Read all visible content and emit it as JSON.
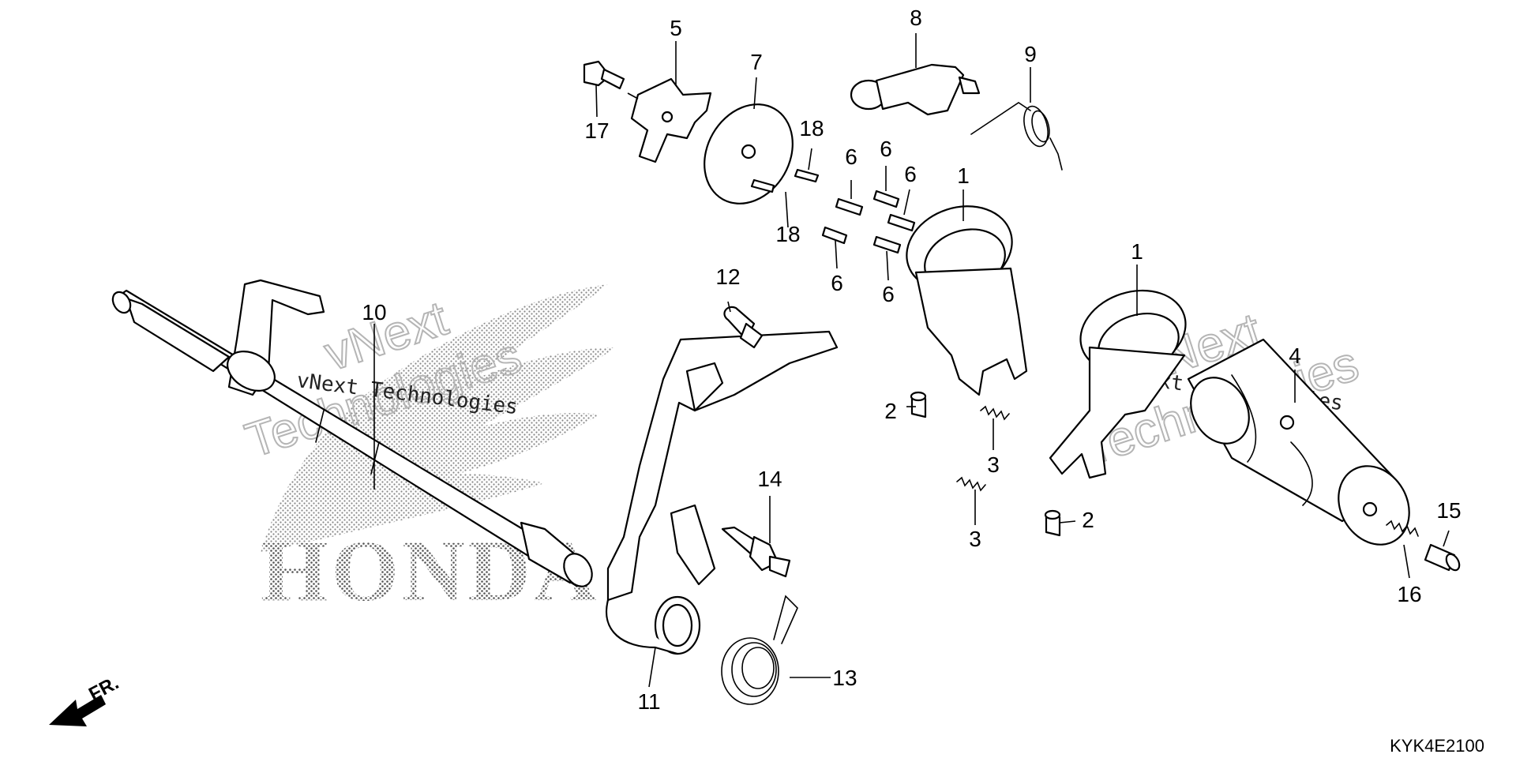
{
  "diagram_code": "KYK4E2100",
  "front_indicator": "FR.",
  "watermark": {
    "brand": "HONDA",
    "text_left": "vNext Technologies",
    "text_right": "vNext Technologies",
    "outline_line1": "vNext",
    "outline_line2": "Technologies"
  },
  "callouts": [
    {
      "id": "c1a",
      "label": "1"
    },
    {
      "id": "c1b",
      "label": "1"
    },
    {
      "id": "c2a",
      "label": "2"
    },
    {
      "id": "c2b",
      "label": "2"
    },
    {
      "id": "c3a",
      "label": "3"
    },
    {
      "id": "c3b",
      "label": "3"
    },
    {
      "id": "c4",
      "label": "4"
    },
    {
      "id": "c5",
      "label": "5"
    },
    {
      "id": "c6a",
      "label": "6"
    },
    {
      "id": "c6b",
      "label": "6"
    },
    {
      "id": "c6c",
      "label": "6"
    },
    {
      "id": "c6d",
      "label": "6"
    },
    {
      "id": "c6e",
      "label": "6"
    },
    {
      "id": "c7",
      "label": "7"
    },
    {
      "id": "c8",
      "label": "8"
    },
    {
      "id": "c9",
      "label": "9"
    },
    {
      "id": "c10",
      "label": "10"
    },
    {
      "id": "c11",
      "label": "11"
    },
    {
      "id": "c12",
      "label": "12"
    },
    {
      "id": "c13",
      "label": "13"
    },
    {
      "id": "c14",
      "label": "14"
    },
    {
      "id": "c15",
      "label": "15"
    },
    {
      "id": "c16",
      "label": "16"
    },
    {
      "id": "c17",
      "label": "17"
    },
    {
      "id": "c18a",
      "label": "18"
    },
    {
      "id": "c18b",
      "label": "18"
    }
  ]
}
